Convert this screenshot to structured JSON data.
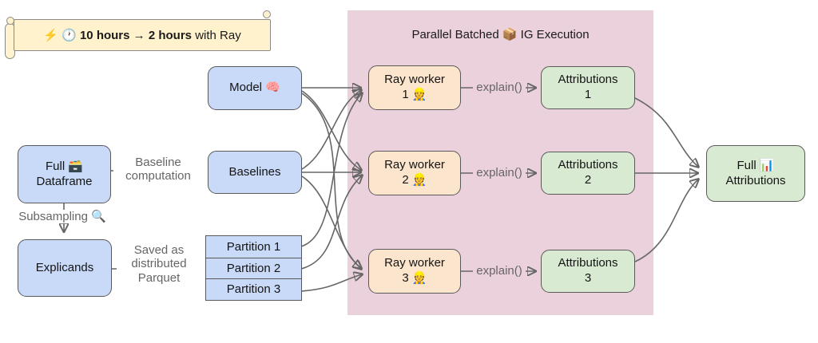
{
  "banner": {
    "pre": "⚡ 🕐 ",
    "bold1": "10 hours",
    "mid": " → ",
    "bold2": "2 hours",
    "post": " with Ray"
  },
  "pink_region": {
    "title": "Parallel Batched 📦 IG Execution"
  },
  "nodes": {
    "model": {
      "line1": "Model 🧠"
    },
    "full_dataframe": {
      "line1": "Full 🗃️",
      "line2": "Dataframe"
    },
    "baselines": {
      "line1": "Baselines"
    },
    "explicands": {
      "line1": "Explicands"
    },
    "partitions": [
      "Partition 1",
      "Partition 2",
      "Partition 3"
    ],
    "workers": [
      {
        "line1": "Ray worker",
        "line2": "1 👷"
      },
      {
        "line1": "Ray worker",
        "line2": "2 👷"
      },
      {
        "line1": "Ray worker",
        "line2": "3 👷"
      }
    ],
    "attributions": [
      {
        "line1": "Attributions",
        "line2": "1"
      },
      {
        "line1": "Attributions",
        "line2": "2"
      },
      {
        "line1": "Attributions",
        "line2": "3"
      }
    ],
    "full_attributions": {
      "line1": "Full 📊",
      "line2": "Attributions"
    }
  },
  "edge_labels": {
    "baseline_computation": [
      "Baseline",
      "computation"
    ],
    "subsampling": "Subsampling 🔍",
    "saved_as": [
      "Saved as",
      "distributed",
      "Parquet"
    ],
    "explain": "explain()"
  },
  "colors": {
    "node_blue": "#c9daf8",
    "node_orange": "#fce5cd",
    "node_green": "#d9ead3",
    "region_pink": "#ead1dc",
    "banner_yellow": "#fff2cc",
    "line_gray": "#666666"
  }
}
